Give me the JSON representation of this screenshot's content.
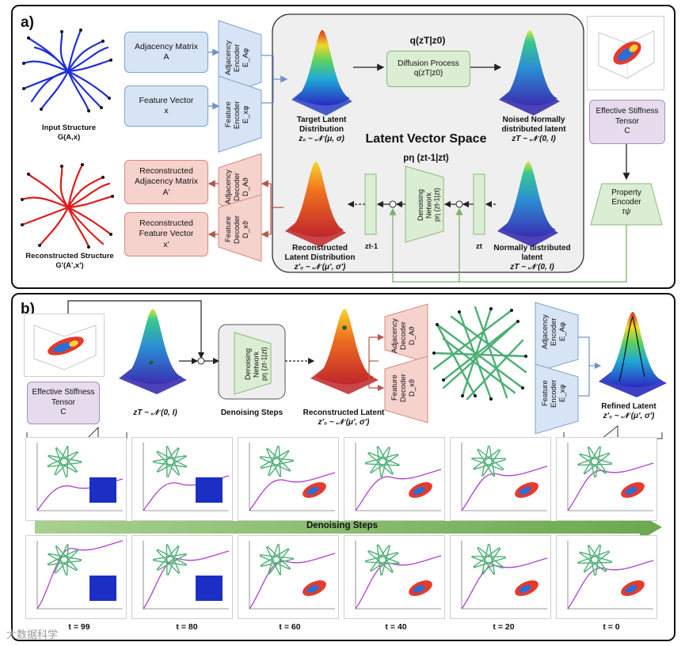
{
  "panel_a": {
    "letter": "a)",
    "input_structure": {
      "title": "Input Structure",
      "formula": "G(A,x)"
    },
    "adjacency_matrix": {
      "line1": "Adjacency Matrix",
      "line2": "A"
    },
    "feature_vector": {
      "line1": "Feature Vector",
      "line2": "x"
    },
    "adjacency_encoder": {
      "line1": "Adjacency",
      "line2": "Encoder",
      "line3": "E_Aφ"
    },
    "feature_encoder": {
      "line1": "Feature",
      "line2": "Encoder",
      "line3": "E_xφ"
    },
    "target_latent": {
      "line1": "Target Latent",
      "line2": "Distribution",
      "line3": "z₀ ~ 𝒩 (μ, σ)"
    },
    "forward_title": "q(zT|z0)",
    "diffusion_box": {
      "line1": "Diffusion Process",
      "line2": "q(zT|z0)"
    },
    "noised_latent": {
      "line1": "Noised Normally",
      "line2": "distributed latent",
      "line3": "zT ~ 𝒩 (0, I)"
    },
    "latent_space": "Latent Vector Space",
    "reverse_title": "pη (zt-1|zt)",
    "denoising_network": {
      "line1": "Denoising",
      "line2": "Network",
      "line3": "pη (zt-1|zt)"
    },
    "z_t_minus_1": "zt-1",
    "z_t": "zt",
    "normal_latent": {
      "line1": "Normally distributed",
      "line2": "latent",
      "line3": "zT ~ 𝒩 (0, I)"
    },
    "reconstructed_latent": {
      "line1": "Reconstructed",
      "line2": "Latent Distribution",
      "line3": "z'₀ ~ 𝒩 (μ', σ')"
    },
    "adjacency_decoder": {
      "line1": "Adjacency",
      "line2": "Decoder",
      "line3": "D_Aϑ"
    },
    "feature_decoder": {
      "line1": "Feature",
      "line2": "Decoder",
      "line3": "D_xϑ"
    },
    "reconstructed_adjacency": {
      "line1": "Reconstructed",
      "line2": "Adjacency Matrix",
      "line3": "A'"
    },
    "reconstructed_feature": {
      "line1": "Reconstructed",
      "line2": "Feature Vector",
      "line3": "x'"
    },
    "reconstructed_structure": {
      "title": "Reconstructed Structure",
      "formula": "G'(A',x')"
    },
    "stiffness": {
      "line1": "Effective Stiffness",
      "line2": "Tensor",
      "line3": "C"
    },
    "property_encoder": {
      "line1": "Property",
      "line2": "Encoder",
      "line3": "τψ"
    }
  },
  "panel_b": {
    "letter": "b)",
    "stiffness": {
      "line1": "Effective Stiffness",
      "line2": "Tensor",
      "line3": "C"
    },
    "zT": "zT ~ 𝒩 (0, I)",
    "denoising_network": {
      "line1": "Denoising",
      "line2": "Network",
      "line3": "pη (zt-1|zt)"
    },
    "denoising_steps_caption": "Denoising Steps",
    "reconstructed_latent": {
      "line1": "Reconstructed Latent",
      "line2": "z'₀ ~ 𝒩 (μ', σ')"
    },
    "adjacency_decoder": {
      "line1": "Adjacency",
      "line2": "Decoder",
      "line3": "D_Aϑ"
    },
    "feature_decoder": {
      "line1": "Feature",
      "line2": "Decoder",
      "line3": "D_xϑ"
    },
    "adjacency_encoder": {
      "line1": "Adjacency",
      "line2": "Encoder",
      "line3": "E_Aφ"
    },
    "feature_encoder": {
      "line1": "Feature",
      "line2": "Encoder",
      "line3": "E_xφ"
    },
    "refined_latent": {
      "line1": "Refined Latent",
      "line2": "z'₀ ~ 𝒩 (μ', σ')"
    },
    "arrow_label": "Denoising Steps",
    "timesteps": [
      "t = 99",
      "t = 80",
      "t = 60",
      "t = 40",
      "t = 20",
      "t = 0"
    ]
  },
  "colors": {
    "blue_box": "#d7e4f5",
    "red_box": "#f6d2cd",
    "green_box": "#dbeed3",
    "purple_box": "#e6dced",
    "input_structure": "#1f2fd6",
    "reconstructed_structure": "#e01b1b",
    "lattice": "#4caf74",
    "curve": "#b03fd0",
    "arrow": "#7bb369"
  },
  "watermark": "大数据科学"
}
